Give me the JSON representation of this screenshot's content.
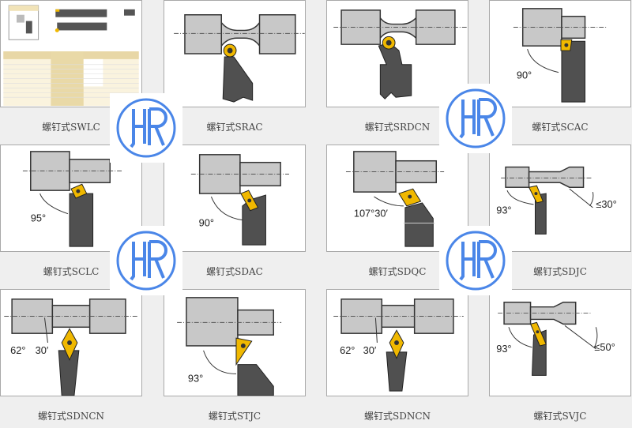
{
  "products": [
    {
      "caption": "螺钉式SWLC"
    },
    {
      "caption": "螺钉式SRAC"
    },
    {
      "caption": "螺钉式SRDCN"
    },
    {
      "caption": "螺钉式SCAC",
      "angle": "90°"
    },
    {
      "caption": "螺钉式SCLC",
      "angle": "95°"
    },
    {
      "caption": "螺钉式SDAC",
      "angle": "90°"
    },
    {
      "caption": "螺钉式SDQC",
      "angle": "107°30′"
    },
    {
      "caption": "螺钉式SDJC",
      "angle": "93°",
      "angle2": "≤30°"
    },
    {
      "caption": "螺钉式SDNCN",
      "angle": "62°",
      "angle2": "30′"
    },
    {
      "caption": "螺钉式STJC",
      "angle": "93°"
    },
    {
      "caption": "螺钉式SDNCN",
      "angle": "62°",
      "angle2": "30′"
    },
    {
      "caption": "螺钉式SVJC",
      "angle": "93°",
      "angle2": "≤50°"
    }
  ],
  "watermark": {
    "text": "HR",
    "color": "#4a86e8"
  },
  "colors": {
    "workpiece": "#c8c8c8",
    "holder": "#505050",
    "insert": "#f0b800"
  }
}
